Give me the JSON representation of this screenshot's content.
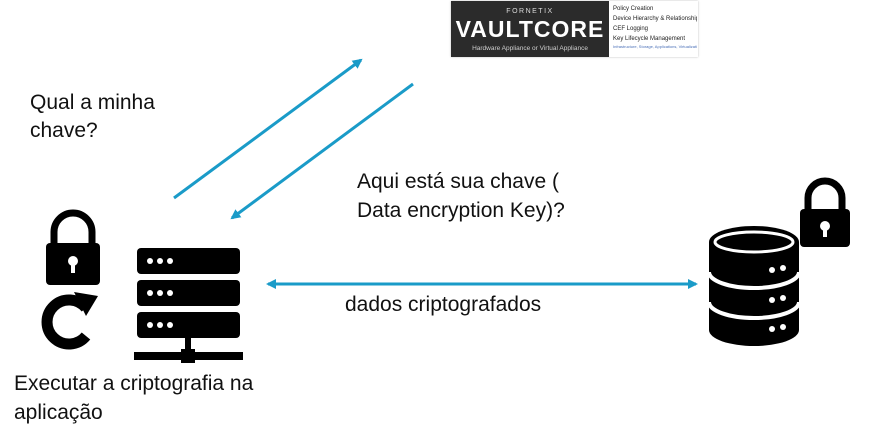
{
  "banner": {
    "brand_top": "FORNETIX",
    "brand_main": "VAULTCORE",
    "brand_sub": "Hardware Appliance or Virtual Appliance",
    "features": [
      "Policy Creation",
      "Device Hierarchy & Relationship",
      "CEF Logging",
      "Key Lifecycle Management"
    ],
    "feature_sub": "Infrastructure, Storage, Applications, Virtualization, Encryption"
  },
  "labels": {
    "question_line1": "Qual a minha",
    "question_line2": "chave?",
    "answer_line1": "Aqui está sua chave (",
    "answer_line2": "Data encryption Key)?",
    "transfer": "dados criptografados",
    "execute_line1": "Executar a criptografia na",
    "execute_line2": "aplicação"
  },
  "icons": {
    "client_lock": "padlock-icon",
    "refresh": "refresh-icon",
    "server": "server-icon",
    "database": "database-icon",
    "db_lock": "padlock-icon"
  },
  "colors": {
    "arrow": "#1a9bc8",
    "icon": "#000000",
    "banner_dark": "#2b2b2b"
  }
}
